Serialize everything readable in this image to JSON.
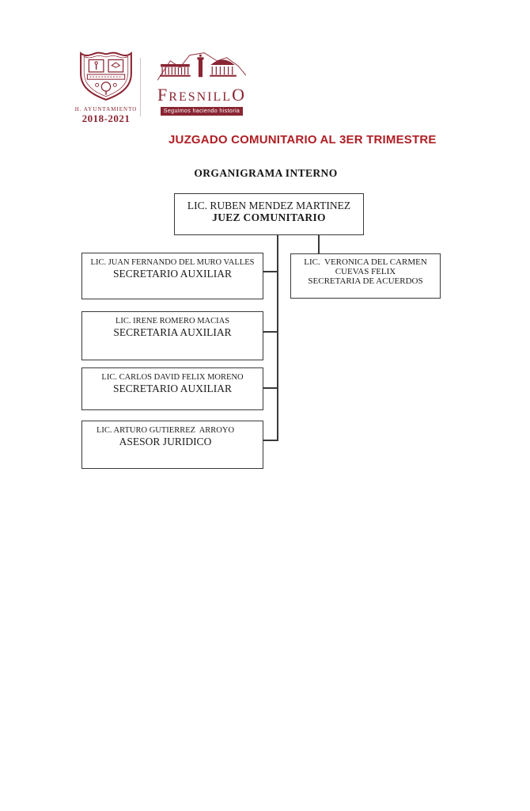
{
  "document": {
    "title": "JUZGADO COMUNITARIO AL 3ER TRIMESTRE",
    "subtitle": "ORGANIGRAMA INTERNO"
  },
  "branding": {
    "brand_color": "#8a2533",
    "crest": {
      "caption": "H. AYUNTAMIENTO",
      "years": "2018-2021"
    },
    "wordmark": {
      "first_letter": "F",
      "middle": "RESNILL",
      "last_letter": "O",
      "tagline": "Seguimos haciendo historia"
    }
  },
  "org_chart": {
    "root": {
      "name": "LIC. RUBEN MENDEZ MARTINEZ",
      "role": "JUEZ COMUNITARIO"
    },
    "right_branch": {
      "name_line1": "LIC.  VERONICA DEL CARMEN",
      "name_line2": "CUEVAS FELIX",
      "role": "SECRETARIA DE ACUERDOS"
    },
    "left_branch": [
      {
        "name": "LIC. JUAN FERNANDO DEL MURO VALLES",
        "role": "SECRETARIO AUXILIAR"
      },
      {
        "name": "LIC. IRENE ROMERO MACIAS",
        "role": "SECRETARIA AUXILIAR"
      },
      {
        "name": "LIC. CARLOS DAVID FELIX MORENO",
        "role": "SECRETARIO AUXILIAR"
      },
      {
        "name": "LIC. ARTURO GUTIERREZ  ARROYO",
        "role": "ASESOR JURIDICO"
      }
    ]
  }
}
